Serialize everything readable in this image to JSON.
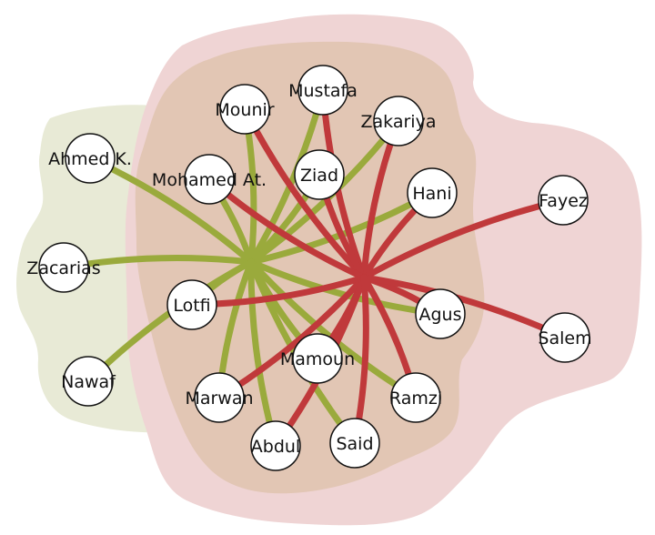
{
  "colors": {
    "green_region": "#e8ead6",
    "red_region": "#efd4d4",
    "overlap_region": "#e2c6b4",
    "green_edge": "#9aaa3c",
    "red_edge": "#c0393b",
    "node_fill": "#ffffff",
    "node_stroke": "#111111"
  },
  "hubs": [
    {
      "id": "greenHub",
      "color": "green"
    },
    {
      "id": "redHub",
      "color": "red"
    }
  ],
  "nodes": [
    {
      "id": "mustafa",
      "label": "Mustafa"
    },
    {
      "id": "mounir",
      "label": "Mounir"
    },
    {
      "id": "zakariya",
      "label": "Zakariya"
    },
    {
      "id": "ahmed",
      "label": "Ahmed K."
    },
    {
      "id": "mohamed",
      "label": "Mohamed At."
    },
    {
      "id": "ziad",
      "label": "Ziad"
    },
    {
      "id": "hani",
      "label": "Hani"
    },
    {
      "id": "fayez",
      "label": "Fayez"
    },
    {
      "id": "zacarias",
      "label": "Zacarias"
    },
    {
      "id": "lotfi",
      "label": "Lotfi"
    },
    {
      "id": "agus",
      "label": "Agus"
    },
    {
      "id": "salem",
      "label": "Salem"
    },
    {
      "id": "mamoun",
      "label": "Mamoun"
    },
    {
      "id": "nawaf",
      "label": "Nawaf"
    },
    {
      "id": "marwan",
      "label": "Marwan"
    },
    {
      "id": "ramzi",
      "label": "Ramzi"
    },
    {
      "id": "abdul",
      "label": "Abdul"
    },
    {
      "id": "said",
      "label": "Said"
    }
  ],
  "edges": [
    {
      "from": "greenHub",
      "to": "ahmed",
      "color": "green"
    },
    {
      "from": "greenHub",
      "to": "zacarias",
      "color": "green"
    },
    {
      "from": "greenHub",
      "to": "nawaf",
      "color": "green"
    },
    {
      "from": "greenHub",
      "to": "lotfi",
      "color": "green"
    },
    {
      "from": "greenHub",
      "to": "mohamed",
      "color": "green"
    },
    {
      "from": "greenHub",
      "to": "mounir",
      "color": "green"
    },
    {
      "from": "greenHub",
      "to": "mustafa",
      "color": "green"
    },
    {
      "from": "greenHub",
      "to": "ziad",
      "color": "green"
    },
    {
      "from": "greenHub",
      "to": "zakariya",
      "color": "green"
    },
    {
      "from": "greenHub",
      "to": "hani",
      "color": "green"
    },
    {
      "from": "greenHub",
      "to": "agus",
      "color": "green"
    },
    {
      "from": "greenHub",
      "to": "mamoun",
      "color": "green"
    },
    {
      "from": "greenHub",
      "to": "ramzi",
      "color": "green"
    },
    {
      "from": "greenHub",
      "to": "said",
      "color": "green"
    },
    {
      "from": "greenHub",
      "to": "abdul",
      "color": "green"
    },
    {
      "from": "greenHub",
      "to": "marwan",
      "color": "green"
    },
    {
      "from": "redHub",
      "to": "mounir",
      "color": "red"
    },
    {
      "from": "redHub",
      "to": "mustafa",
      "color": "red"
    },
    {
      "from": "redHub",
      "to": "zakariya",
      "color": "red"
    },
    {
      "from": "redHub",
      "to": "ziad",
      "color": "red"
    },
    {
      "from": "redHub",
      "to": "hani",
      "color": "red"
    },
    {
      "from": "redHub",
      "to": "fayez",
      "color": "red"
    },
    {
      "from": "redHub",
      "to": "mohamed",
      "color": "red"
    },
    {
      "from": "redHub",
      "to": "lotfi",
      "color": "red"
    },
    {
      "from": "redHub",
      "to": "agus",
      "color": "red"
    },
    {
      "from": "redHub",
      "to": "salem",
      "color": "red"
    },
    {
      "from": "redHub",
      "to": "mamoun",
      "color": "red"
    },
    {
      "from": "redHub",
      "to": "marwan",
      "color": "red"
    },
    {
      "from": "redHub",
      "to": "abdul",
      "color": "red"
    },
    {
      "from": "redHub",
      "to": "said",
      "color": "red"
    },
    {
      "from": "redHub",
      "to": "ramzi",
      "color": "red"
    }
  ]
}
